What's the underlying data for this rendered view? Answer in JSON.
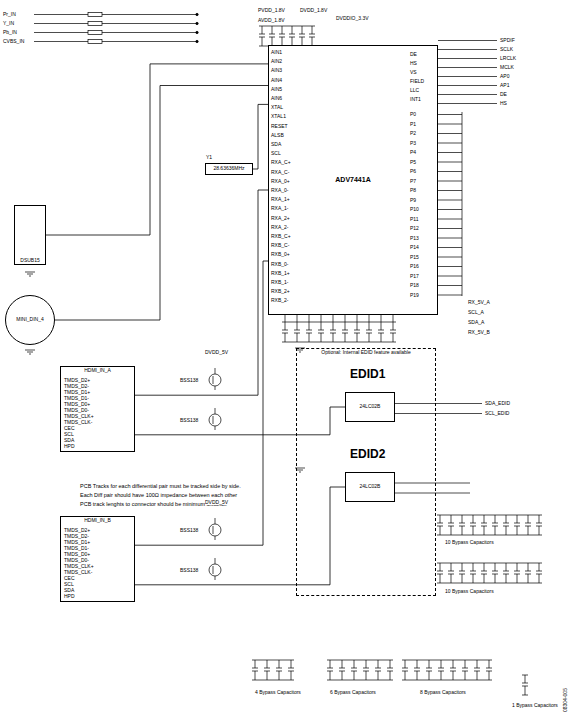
{
  "diagram": {
    "nodes": [
      {
        "text": [
          "ADV7441A"
        ]
      },
      {
        "text": [
          "Optional: Internal EDID feature available"
        ]
      },
      {
        "text": [
          "24LC02B"
        ],
        "in": 1
      },
      {
        "text": [
          "24LC02B"
        ],
        "in": 1
      },
      {
        "text": [
          "HDMI_IN_A"
        ]
      },
      {
        "text": [
          "HDMI_IN_B"
        ]
      },
      {
        "text": [
          "DSUB15"
        ]
      },
      {
        "text": [
          "MINI_DIN_4"
        ]
      },
      {
        "text": [
          "28.63636MHz"
        ]
      }
    ],
    "edges": [
      {
        "from": 4,
        "to": 0,
        "arrow": "none"
      },
      {
        "from": 5,
        "to": 0,
        "arrow": "none"
      },
      {
        "from": 6,
        "to": 0,
        "arrow": "none"
      },
      {
        "from": 7,
        "to": 0,
        "arrow": "none"
      },
      {
        "from": 8,
        "to": 0,
        "arrow": "none"
      },
      {
        "from": 4,
        "to": 2,
        "arrow": "none"
      },
      {
        "from": 5,
        "to": 3,
        "arrow": "none"
      }
    ],
    "labels": [
      "PVDD_1.8V",
      "AVDD_1.8V",
      "DVDD_1.8V",
      "DVDDIO_3.3V",
      "AIN1",
      "AIN2",
      "AIN3",
      "AIN4",
      "AIN5",
      "AIN6",
      "XTAL",
      "XTAL1",
      "RESET",
      "ALSB",
      "SDA",
      "SCL",
      "RXA_C+",
      "RXA_C-",
      "RXA_0+",
      "RXA_0-",
      "RXA_1+",
      "RXA_1-",
      "RXA_2+",
      "RXA_2-",
      "RXB_C+",
      "RXB_C-",
      "RXB_0+",
      "RXB_0-",
      "RXB_1+",
      "RXB_1-",
      "RXB_2+",
      "RXB_2-",
      "DE",
      "HS",
      "VS",
      "FIELD",
      "LLC",
      "INT1",
      "P0",
      "P1",
      "P2",
      "P3",
      "P4",
      "P5",
      "P6",
      "P7",
      "P8",
      "P9",
      "P10",
      "P11",
      "P12",
      "P13",
      "P14",
      "P15",
      "P16",
      "P17",
      "P18",
      "P19",
      "SPDIF",
      "SCLK",
      "LRCLK",
      "MCLK",
      "AP0",
      "AP1",
      "DE",
      "HS",
      "RX_5V_A",
      "SCL_A",
      "SDA_A",
      "RX_5V_B",
      "EDID1",
      "EDID2",
      "PCB Tracks for each differential pair must be tracked side by side.",
      "Each Diff pair should have 100Ω impedance between each other",
      "PCB track lenghts to connector should be minimum distance",
      "TMDS_D2+",
      "TMDS_D2-",
      "TMDS_D1+",
      "TMDS_D1-",
      "TMDS_D0+",
      "TMDS_D0-",
      "TMDS_CLK+",
      "TMDS_CLK-",
      "CEC",
      "SCL",
      "SDA",
      "HPD",
      "TMDS_D2+",
      "TMDS_D2-",
      "TMDS_D1+",
      "TMDS_D1-",
      "TMDS_D0+",
      "TMDS_D0-",
      "TMDS_CLK+",
      "TMDS_CLK-",
      "CEC",
      "SCL",
      "SDA",
      "HPD",
      "BSS138",
      "BSS138",
      "BSS138",
      "BSS138",
      "DVDD_5V",
      "DVDD_5V",
      "10 Bypass Capacitors",
      "10 Bypass Capacitors",
      "4 Bypass Capacitors",
      "6 Bypass Capacitors",
      "8 Bypass Capacitors",
      "1 Bypass Capacitors",
      "08304-005",
      "Y1",
      "Pr_IN",
      "Y_IN",
      "Pb_IN",
      "CVBS_IN",
      "SDA_EDID",
      "SCL_EDID"
    ]
  }
}
